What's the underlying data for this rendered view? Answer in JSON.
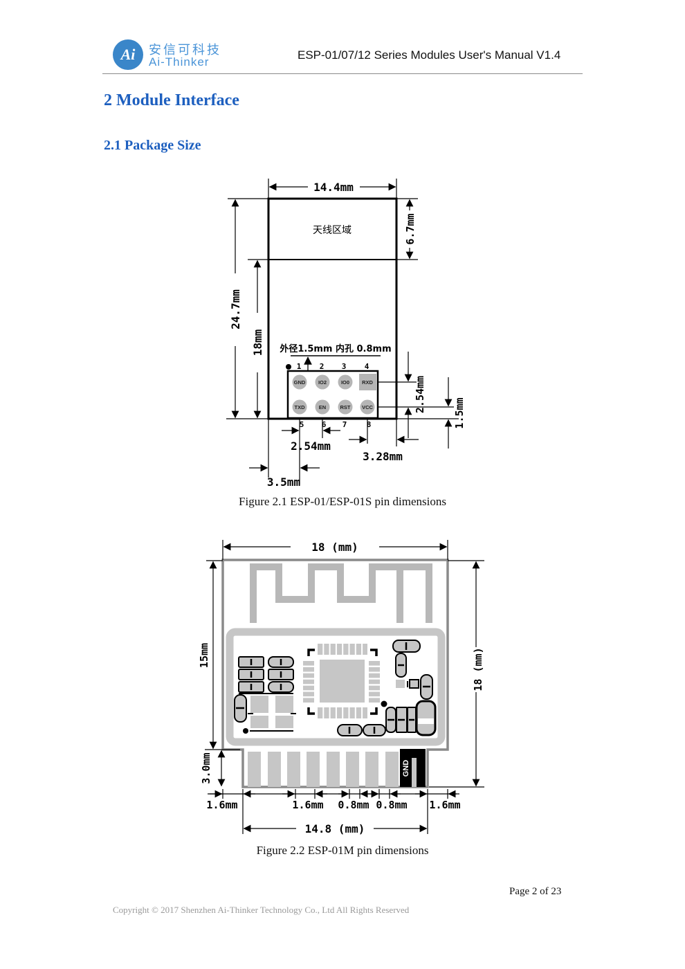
{
  "header": {
    "title": "ESP-01/07/12 Series Modules User's Manual V1.4",
    "logo": {
      "monogram": "Ai",
      "company_cn": "安信可科技",
      "company_en": "Ai-Thinker"
    }
  },
  "headings": {
    "section": "2 Module Interface",
    "subsection": "2.1 Package Size"
  },
  "colors": {
    "heading_blue": "#1d5fbf",
    "logo_blue": "#3a86c9",
    "drawing_gray": "#b8b8b8",
    "copyright_gray": "#9a9a9a"
  },
  "figure1": {
    "caption": "Figure 2.1 ESP-01/ESP-01S pin dimensions",
    "antenna_area_label": "天线区域",
    "hole_note": "外径1.5mm  内孔 0.8mm",
    "dims": {
      "overall_width": "14.4mm",
      "overall_height": "24.7mm",
      "body_height": "18mm",
      "antenna_height": "6.7mm",
      "pin_row_pitch": "2.54mm",
      "pin_bottom_offset": "1.5mm",
      "pin_col_pitch": "2.54mm",
      "pin_right_margin": "3.28mm",
      "pin_left_margin": "3.5mm"
    },
    "pins_top": [
      {
        "num": "1",
        "label": "GND"
      },
      {
        "num": "2",
        "label": "IO2"
      },
      {
        "num": "3",
        "label": "IO0"
      },
      {
        "num": "4",
        "label": "RXD"
      }
    ],
    "pins_bottom": [
      {
        "num": "5",
        "label": "TXD"
      },
      {
        "num": "6",
        "label": "EN"
      },
      {
        "num": "7",
        "label": "RST"
      },
      {
        "num": "8",
        "label": "VCC"
      }
    ]
  },
  "figure2": {
    "caption": "Figure 2.2 ESP-01M pin dimensions",
    "gnd_pad_label": "GND",
    "dims": {
      "top_width": "18 (mm)",
      "right_height": "18 (mm)",
      "body_height": "15mm",
      "pin_region_height": "3.0mm",
      "bottom_segments": [
        "1.6mm",
        "1.6mm",
        "0.8mm",
        "0.8mm",
        "1.6mm"
      ],
      "pad_span": "14.8 (mm)"
    }
  },
  "footer": {
    "copyright": "Copyright © 2017 Shenzhen Ai-Thinker Technology Co., Ltd All Rights Reserved",
    "page": "Page 2 of 23"
  }
}
